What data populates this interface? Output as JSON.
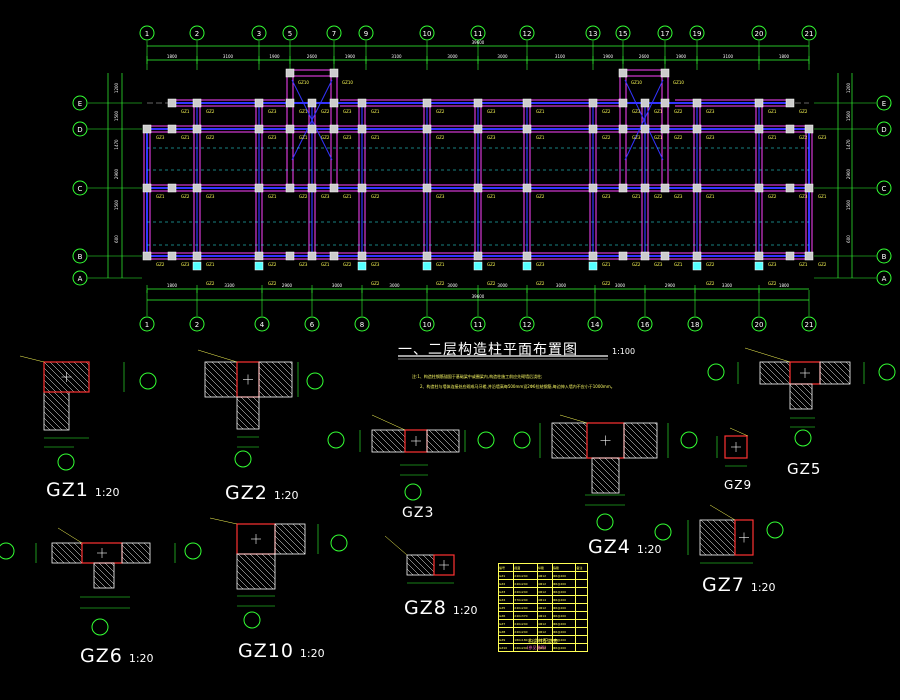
{
  "drawing": {
    "title": "一、二层构造柱平面布置图",
    "title_scale": "1:100",
    "notes": [
      "注:1、构造柱钢筋锚固于基础梁中或圈梁内,构造柱施工前应先砌墙后浇柱;",
      "2、构造柱与墙体连接处应砌成马牙槎,并沿墙高每500mm设2Φ6拉结钢筋,每边伸入墙内不应小于1000mm。"
    ],
    "total_dimension": "39600",
    "top_grid_labels": [
      "1",
      "2",
      "3",
      "5",
      "7",
      "9",
      "10",
      "11",
      "12",
      "13",
      "15",
      "17",
      "19",
      "20",
      "21"
    ],
    "bottom_grid_labels": [
      "1",
      "2",
      "4",
      "6",
      "8",
      "10",
      "11",
      "12",
      "14",
      "16",
      "18",
      "20",
      "21"
    ],
    "row_labels": [
      "E",
      "D",
      "C",
      "B",
      "A"
    ],
    "top_dimensions": [
      "1800",
      "3100",
      "1900",
      "2600",
      "1900",
      "3100",
      "3000",
      "3000",
      "3100",
      "1900",
      "2600",
      "1900",
      "3100",
      "1800"
    ],
    "bottom_dimensions": [
      "1800",
      "3300",
      "2900",
      "3000",
      "3000",
      "3000",
      "3000",
      "3000",
      "3000",
      "2900",
      "3300",
      "1800"
    ],
    "left_dimensions": [
      "1200",
      "1500",
      "1470",
      "2900",
      "1500",
      "600"
    ],
    "column_tags": [
      "GZ1",
      "GZ2",
      "GZ3",
      "GZ4",
      "GZ5",
      "GZ6",
      "GZ7",
      "GZ8",
      "GZ9",
      "GZ10"
    ]
  },
  "details": [
    {
      "name": "GZ1",
      "scale": "1:20"
    },
    {
      "name": "GZ2",
      "scale": "1:20"
    },
    {
      "name": "GZ3",
      "scale": ""
    },
    {
      "name": "GZ4",
      "scale": "1:20"
    },
    {
      "name": "GZ5",
      "scale": ""
    },
    {
      "name": "GZ6",
      "scale": "1:20"
    },
    {
      "name": "GZ7",
      "scale": "1:20"
    },
    {
      "name": "GZ8",
      "scale": "1:20"
    },
    {
      "name": "GZ9",
      "scale": ""
    },
    {
      "name": "GZ10",
      "scale": "1:20"
    }
  ],
  "legend": {
    "caption": "构造柱配筋表",
    "caption2": "(参见说明)",
    "rows": [
      [
        "编号",
        "截面",
        "纵筋",
        "箍筋",
        "备注"
      ],
      [
        "GZ1",
        "240x240",
        "4Φ12",
        "Φ6@200",
        ""
      ],
      [
        "GZ2",
        "240x240",
        "4Φ12",
        "Φ6@200",
        ""
      ],
      [
        "GZ3",
        "240x240",
        "4Φ12",
        "Φ6@200",
        ""
      ],
      [
        "GZ4",
        "370x240",
        "4Φ14",
        "Φ6@200",
        ""
      ],
      [
        "GZ5",
        "240x240",
        "4Φ12",
        "Φ6@200",
        ""
      ],
      [
        "GZ6",
        "240x370",
        "4Φ14",
        "Φ6@200",
        ""
      ],
      [
        "GZ7",
        "240x240",
        "4Φ12",
        "Φ6@200",
        ""
      ],
      [
        "GZ8",
        "240x240",
        "4Φ12",
        "Φ6@200",
        ""
      ],
      [
        "GZ9",
        "180x180",
        "4Φ12",
        "Φ6@200",
        ""
      ],
      [
        "GZ10",
        "240x240",
        "4Φ12",
        "Φ6@200",
        ""
      ]
    ]
  },
  "colors": {
    "background": "#000000",
    "axis": "#ffffff",
    "grid_circle": "#33ff33",
    "wall": "#ff44ff",
    "beam": "#3333ff",
    "column": "#cccccc",
    "dim": "#33ff33",
    "hatch": "#ffffff",
    "section_outline": "#ff3333",
    "annotation": "#ffff55"
  }
}
